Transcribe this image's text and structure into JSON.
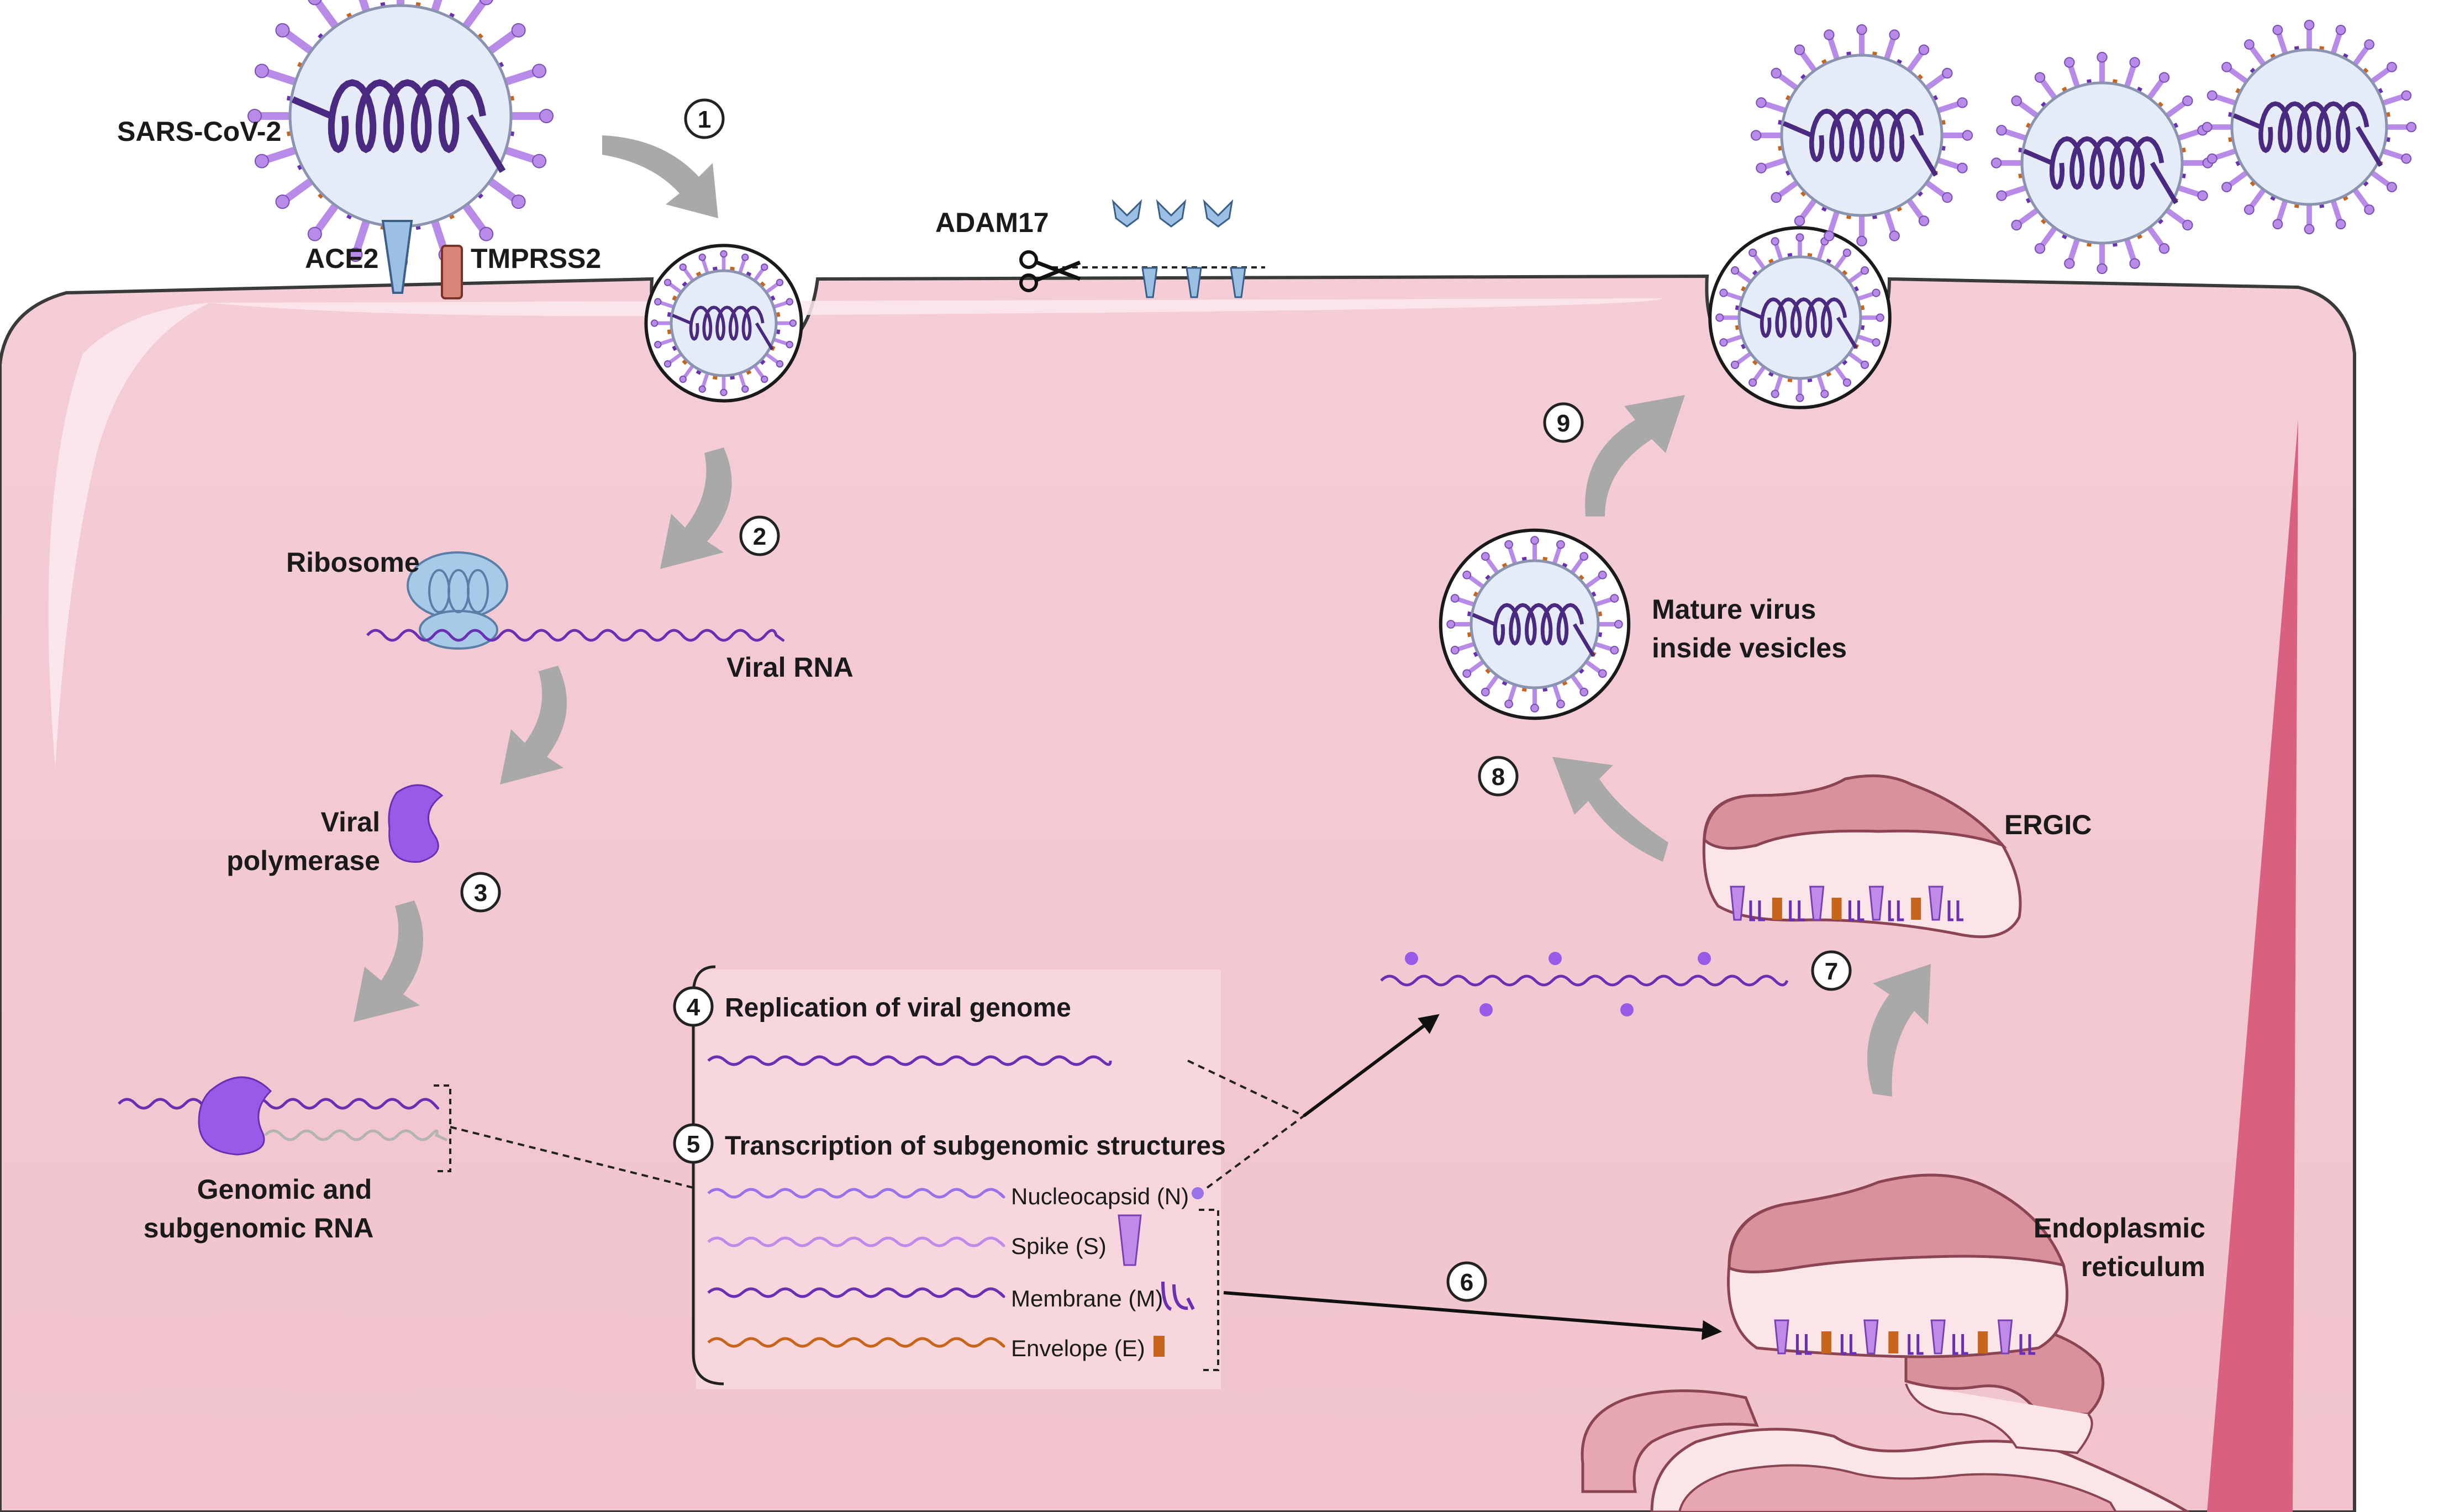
{
  "labels": {
    "virus": "SARS-CoV-2",
    "ace2": "ACE2",
    "tmprss2": "TMPRSS2",
    "adam17": "ADAM17",
    "ribosome": "Ribosome",
    "viral_rna": "Viral RNA",
    "polymerase_line1": "Viral",
    "polymerase_line2": "polymerase",
    "genomic_line1": "Genomic and",
    "genomic_line2": "subgenomic RNA",
    "mature_line1": "Mature virus",
    "mature_line2": "inside vesicles",
    "ergic": "ERGIC",
    "er_line1": "Endoplasmic",
    "er_line2": "reticulum"
  },
  "steps": {
    "s1": "1",
    "s2": "2",
    "s3": "3",
    "s4": "4",
    "s5": "5",
    "s6": "6",
    "s7": "7",
    "s8": "8",
    "s9": "9"
  },
  "box": {
    "replication_title": "Replication of viral genome",
    "transcription_title": "Transcription of subgenomic structures",
    "proteins": [
      {
        "label": "Nucleocapsid (N)",
        "color": "#9a72e8"
      },
      {
        "label": "Spike (S)",
        "color": "#c08ae8"
      },
      {
        "label": "Membrane (M)",
        "color": "#6a2fb3"
      },
      {
        "label": "Envelope (E)",
        "color": "#c8651c"
      }
    ]
  },
  "colors": {
    "cell_fill": "#f2c9d1",
    "cell_edge": "#d9607f",
    "virus_fill": "#e6ecf7",
    "spike": "#b98be8",
    "rna": "#6a2fb3",
    "arrow": "#a9a9a9",
    "er_fill": "#d9919b"
  }
}
